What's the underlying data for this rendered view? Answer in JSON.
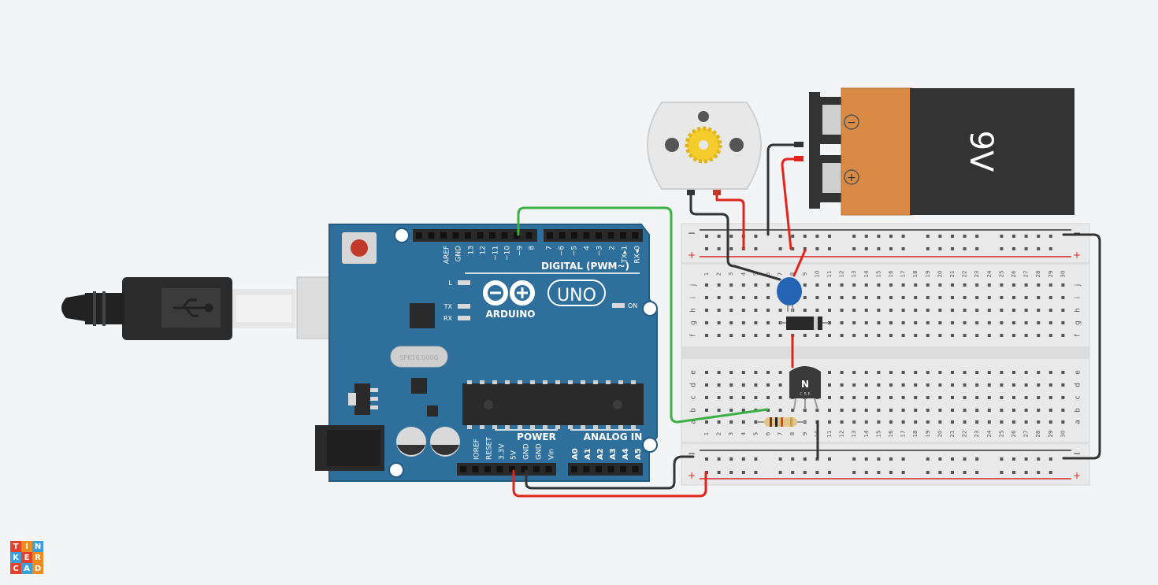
{
  "colors": {
    "background": "#f3f4f6",
    "arduino_board": "#2f6f9c",
    "arduino_edge": "#245b82",
    "header": "#2a2a2a",
    "breadboard": "#e9e9e9",
    "rail_red": "#d62828",
    "rail_black": "#333333",
    "wire_green": "#3cb043",
    "wire_red": "#e0261c",
    "wire_black": "#333333",
    "battery_label": "#d98b45",
    "battery_body": "#333333",
    "capacitor": "#2464b4",
    "motor_body": "#e8e8e8",
    "motor_gear": "#f4cd2c",
    "reset_button": "#c0392b"
  },
  "arduino": {
    "brand": "ARDUINO",
    "model": "UNO",
    "digital_label": "DIGITAL (PWM~)",
    "power_label": "POWER",
    "analog_label": "ANALOG IN",
    "crystal_label": "SPK16.000G",
    "led_labels": {
      "l": "L",
      "tx": "TX",
      "rx": "RX",
      "on": "ON"
    },
    "digital_pins": [
      "AREF",
      "GND",
      "13",
      "12",
      "~11",
      "~10",
      "~9",
      "8",
      "7",
      "~6",
      "~5",
      "4",
      "~3",
      "2",
      "TX▸1",
      "RX◂0"
    ],
    "power_pins": [
      "IOREF",
      "RESET",
      "3.3V",
      "5V",
      "GND",
      "GND",
      "Vin"
    ],
    "analog_pins": [
      "A0",
      "A1",
      "A2",
      "A3",
      "A4",
      "A5"
    ]
  },
  "battery": {
    "label": "9V",
    "neg_symbol": "−",
    "pos_symbol": "+"
  },
  "breadboard": {
    "columns": [
      "1",
      "2",
      "3",
      "4",
      "5",
      "6",
      "7",
      "8",
      "9",
      "10",
      "11",
      "12",
      "13",
      "14",
      "15",
      "16",
      "17",
      "18",
      "19",
      "20",
      "21",
      "22",
      "23",
      "24",
      "25",
      "26",
      "27",
      "28",
      "29",
      "30"
    ],
    "top_rows": [
      "j",
      "i",
      "h",
      "g",
      "f"
    ],
    "bottom_rows": [
      "e",
      "d",
      "c",
      "b",
      "a"
    ],
    "minus_symbol": "−",
    "plus_symbol": "+"
  },
  "transistor": {
    "label": "N",
    "pins": "C B E"
  },
  "logo": {
    "letters": [
      "T",
      "I",
      "N",
      "K",
      "E",
      "R",
      "C",
      "A",
      "D"
    ],
    "colors": [
      "#e8412b",
      "#f08c1e",
      "#3ba1da",
      "#3ba1da",
      "#e8412b",
      "#f08c1e",
      "#e8412b",
      "#3ba1da",
      "#f08c1e"
    ]
  }
}
